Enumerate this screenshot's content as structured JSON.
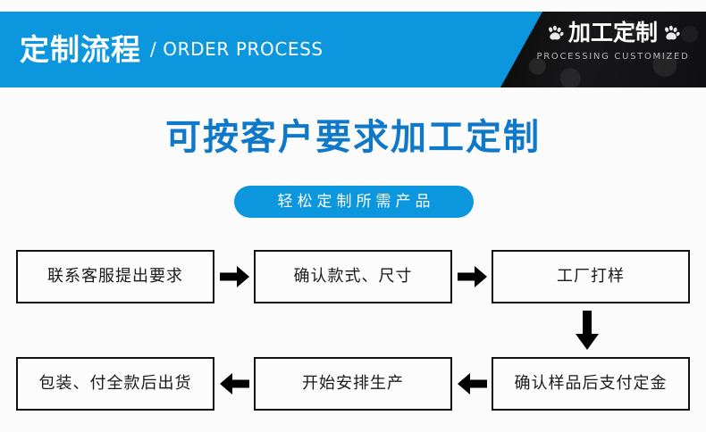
{
  "banner": {
    "title_cn": "定制流程",
    "title_en": "/ ORDER PROCESS",
    "badge_cn": "加工定制",
    "badge_en": "PROCESSING CUSTOMIZED",
    "left_paw_icon": "paw-print-icon",
    "right_paw_icon": "paw-print-icon",
    "bg_color": "#0b96dd",
    "dark_color": "#121214"
  },
  "hero": {
    "headline": "可按客户要求加工定制",
    "headline_color": "#1078c8",
    "pill_label": "轻松定制所需产品",
    "pill_color": "#0b96dd"
  },
  "flow": {
    "steps": [
      {
        "id": 1,
        "label": "联系客服提出要求"
      },
      {
        "id": 2,
        "label": "确认款式、尺寸"
      },
      {
        "id": 3,
        "label": "工厂打样"
      },
      {
        "id": 4,
        "label": "确认样品后支付定金"
      },
      {
        "id": 5,
        "label": "开始安排生产"
      },
      {
        "id": 6,
        "label": "包装、付全款后出货"
      }
    ],
    "connectors": [
      {
        "id": "c1",
        "icon": "arrow-right-icon"
      },
      {
        "id": "c2",
        "icon": "arrow-right-icon"
      },
      {
        "id": "c3",
        "icon": "arrow-down-icon"
      },
      {
        "id": "c4",
        "icon": "arrow-left-icon"
      },
      {
        "id": "c5",
        "icon": "arrow-left-icon"
      }
    ],
    "box_border_color": "#121212",
    "arrow_color": "#000000"
  }
}
